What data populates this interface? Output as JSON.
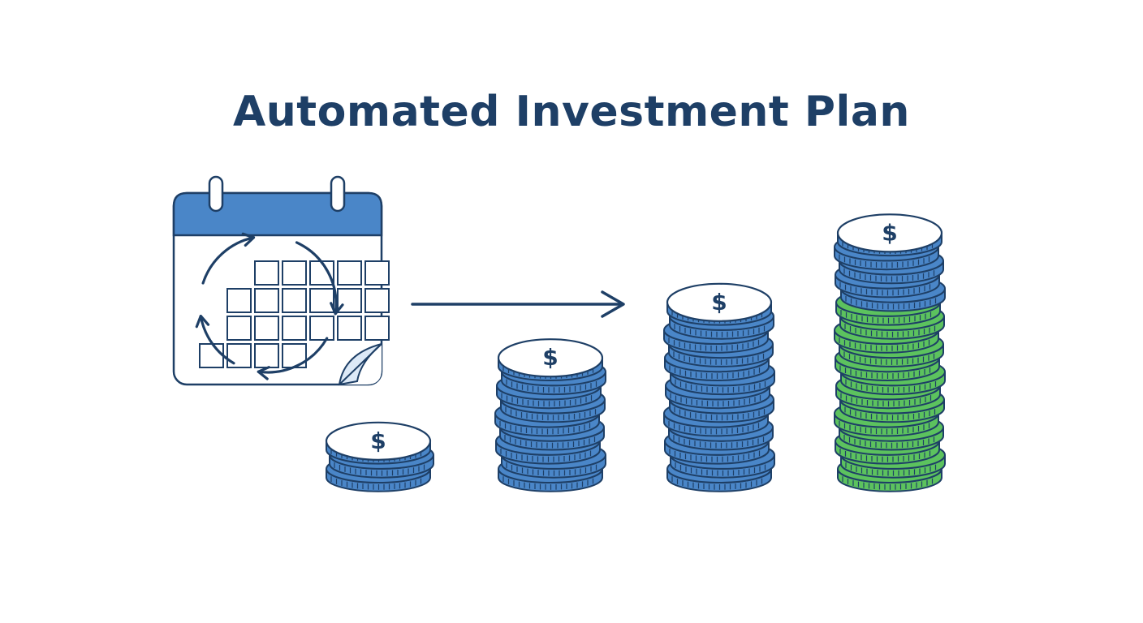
{
  "title": "Automated Investment Plan",
  "coin_symbol": "$",
  "colors": {
    "navy": "#1e3f66",
    "blue": "#4a86c8",
    "blue_light": "#dce9f7",
    "green": "#5cc25e",
    "white": "#ffffff"
  },
  "calendar": {
    "icon": "calendar-icon",
    "cycle_icon": "recurring-arrows-icon"
  },
  "progress_arrow": {
    "icon": "arrow-right-icon"
  },
  "stacks": [
    {
      "name": "coin-stack-small",
      "coins": [
        "blue",
        "blue",
        "blue"
      ]
    },
    {
      "name": "coin-stack-medium",
      "coins": [
        "blue",
        "blue",
        "blue",
        "blue",
        "blue",
        "blue",
        "blue",
        "blue",
        "blue"
      ]
    },
    {
      "name": "coin-stack-large",
      "coins": [
        "blue",
        "blue",
        "blue",
        "blue",
        "blue",
        "blue",
        "blue",
        "blue",
        "blue",
        "blue",
        "blue",
        "blue",
        "blue"
      ]
    },
    {
      "name": "coin-stack-largest",
      "coins": [
        "green",
        "green",
        "green",
        "green",
        "green",
        "green",
        "green",
        "green",
        "green",
        "green",
        "green",
        "green",
        "green",
        "blue",
        "blue",
        "blue",
        "blue",
        "blue"
      ]
    }
  ]
}
